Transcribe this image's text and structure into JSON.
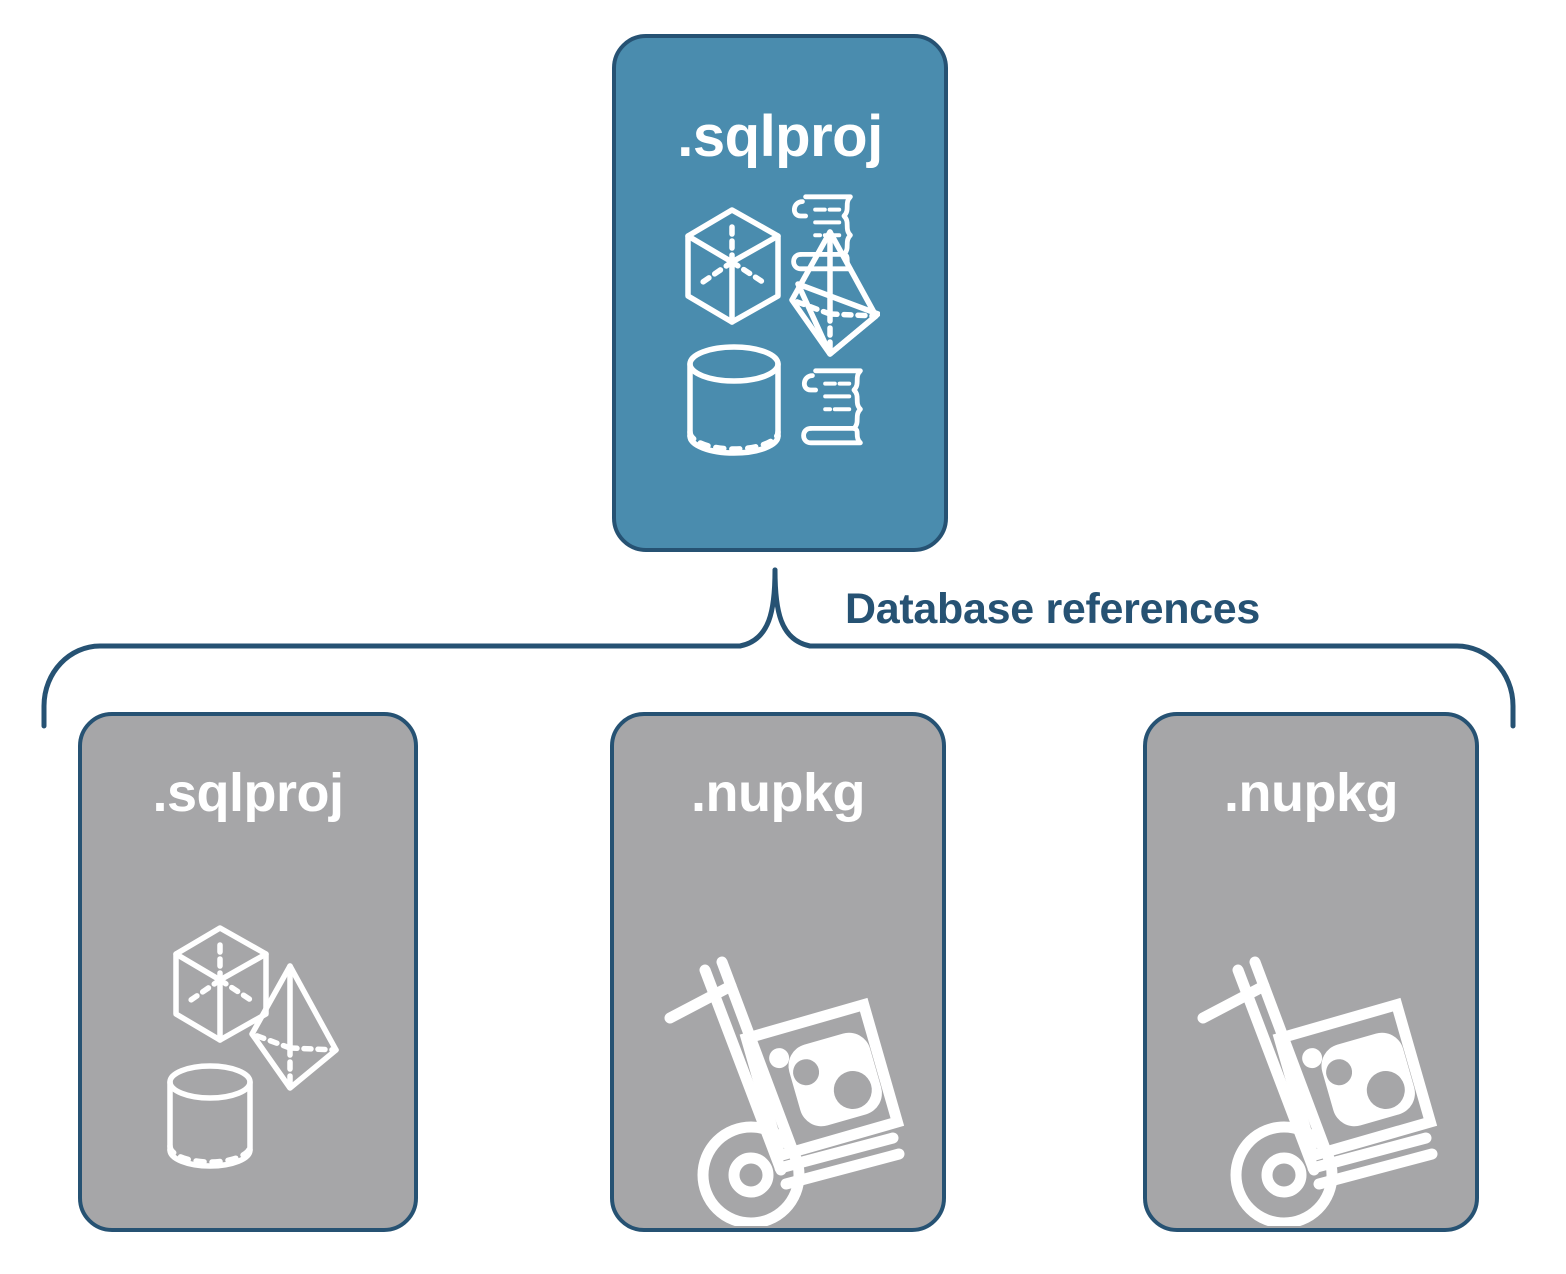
{
  "diagram": {
    "title_label": "Database references",
    "colors": {
      "card_blue": "#4A8CAE",
      "card_grey": "#A6A6A8",
      "outline_navy": "#265273",
      "icon_white": "#FFFFFF",
      "background": "#FFFFFF"
    },
    "root": {
      "label": ".sqlproj",
      "kind": "sqlproj",
      "icons": [
        "database-objects-icon",
        "script-scroll-icon",
        "script-scroll-icon"
      ]
    },
    "references": [
      {
        "label": ".sqlproj",
        "kind": "sqlproj",
        "icons": [
          "database-objects-icon"
        ]
      },
      {
        "label": ".nupkg",
        "kind": "nupkg",
        "icons": [
          "nuget-hand-truck-icon"
        ]
      },
      {
        "label": ".nupkg",
        "kind": "nupkg",
        "icons": [
          "nuget-hand-truck-icon"
        ]
      }
    ]
  }
}
